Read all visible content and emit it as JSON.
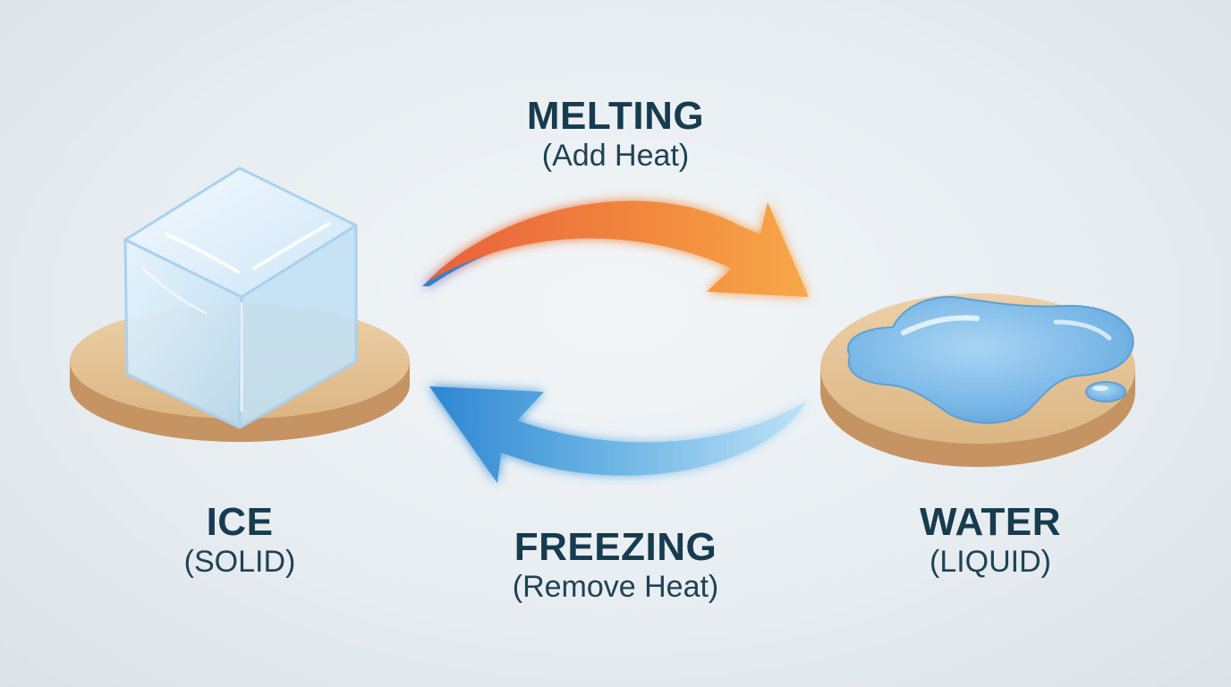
{
  "process_top": {
    "title": "MELTING",
    "subtitle": "(Add Heat)"
  },
  "process_bottom": {
    "title": "FREEZING",
    "subtitle": "(Remove Heat)"
  },
  "state_left": {
    "title": "ICE",
    "subtitle": "(SOLID)"
  },
  "state_right": {
    "title": "WATER",
    "subtitle": "(LIQUID)"
  },
  "colors": {
    "text": "#173b4f",
    "plate_top": "#e6c397",
    "plate_side": "#c99966",
    "melt_arrow": "#f08a3c",
    "freeze_arrow": "#3a8fd3",
    "ice": "#cfe6f7",
    "water": "#7fb9e6"
  },
  "icons": [
    "ice-cube-icon",
    "water-puddle-icon",
    "melting-arrow-icon",
    "freezing-arrow-icon"
  ]
}
